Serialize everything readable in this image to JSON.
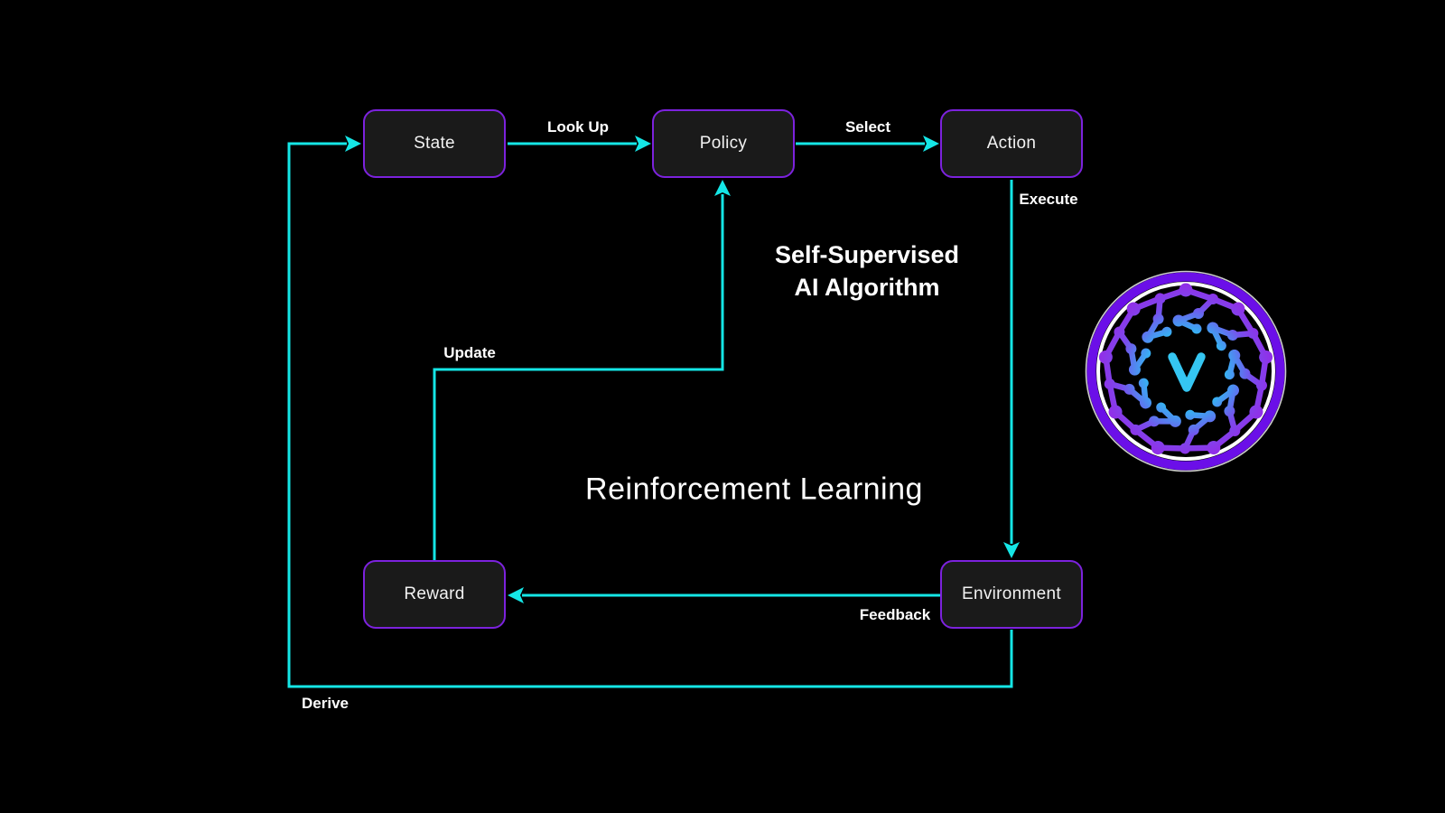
{
  "colors": {
    "background": "#000000",
    "arrow": "#15E6E6",
    "node_border": "#7C22DD",
    "node_fill": "#1A1A1A",
    "text": "#FFFFFF",
    "node_text": "#F2F2F2",
    "logo_ring": "#6B0FE8",
    "logo_inner_ring": "#FFFFFF",
    "logo_node_inner": "#2ED9F8",
    "logo_node_outer": "#9030E8",
    "logo_letter_color": "#35C6F2"
  },
  "diagram": {
    "title": "Reinforcement Learning",
    "subtitle": {
      "line1": "Self-Supervised",
      "line2": "AI Algorithm"
    },
    "nodes": {
      "state": "State",
      "policy": "Policy",
      "action": "Action",
      "reward": "Reward",
      "environment": "Environment"
    },
    "edge_labels": {
      "state_to_policy": "Look Up",
      "policy_to_action": "Select",
      "action_to_environment": "Execute",
      "environment_to_reward": "Feedback",
      "reward_to_policy": "Update",
      "environment_to_state": "Derive"
    }
  },
  "logo": {
    "letter": "V"
  }
}
